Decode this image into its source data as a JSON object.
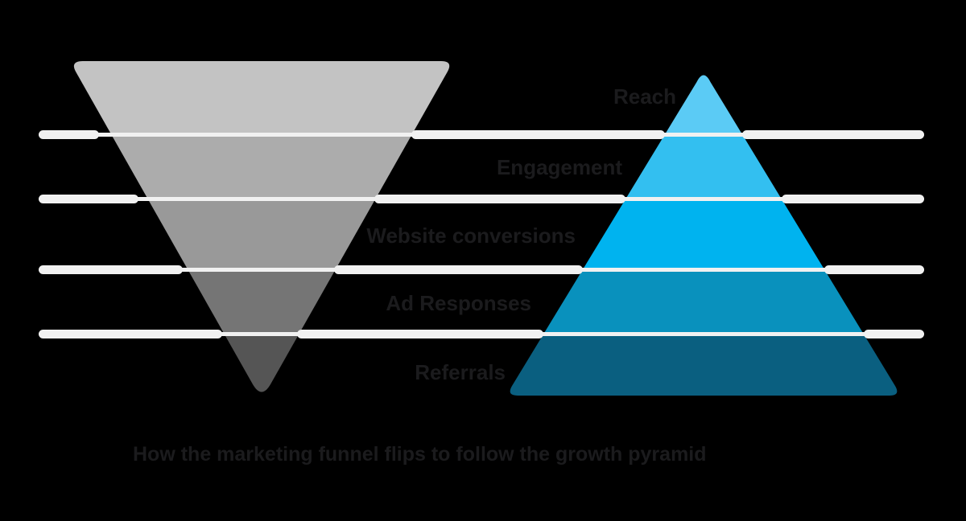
{
  "diagram": {
    "title_caption": "How the marketing funnel flips to follow the growth pyramid",
    "levels": [
      {
        "label": "Reach",
        "funnel_color": "#c3c3c3",
        "pyramid_color": "#5bcbf5"
      },
      {
        "label": "Engagement",
        "funnel_color": "#acacac",
        "pyramid_color": "#33bff0"
      },
      {
        "label": "Website conversions",
        "funnel_color": "#999999",
        "pyramid_color": "#00b3ef"
      },
      {
        "label": "Ad Responses",
        "funnel_color": "#757575",
        "pyramid_color": "#0991bd"
      },
      {
        "label": "Referrals",
        "funnel_color": "#555555",
        "pyramid_color": "#0a5f80"
      }
    ],
    "colors": {
      "background": "#000000",
      "divider": "#f1f1f1",
      "label_text": "#1b1b1d"
    }
  }
}
